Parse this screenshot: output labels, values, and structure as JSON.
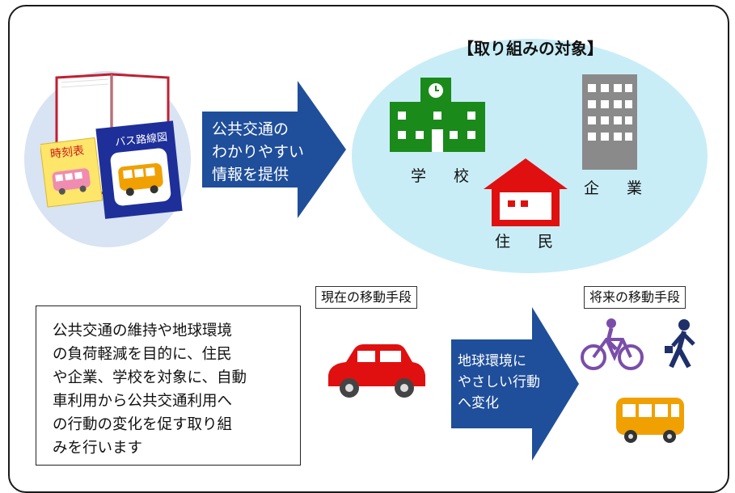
{
  "info_arrow": {
    "lines": [
      "公共交通の",
      "わかりやすい",
      "情報を提供"
    ]
  },
  "materials": {
    "timetable_label": "時刻表",
    "route_map_label": "バス路線図"
  },
  "targets": {
    "title": "【取り組みの対象】",
    "school_label": "学 校",
    "company_label": "企 業",
    "resident_label": "住 民"
  },
  "description": {
    "lines": [
      "公共交通の維持や地球環境",
      "の負荷軽減を目的に、住民",
      "や企業、学校を対象に、自動",
      "車利用から公共交通利用へ",
      "の行動の変化を促す取り組",
      "みを行います"
    ]
  },
  "current": {
    "label": "現在の移動手段"
  },
  "change_arrow": {
    "lines": [
      "地球環境に",
      "やさしい行動",
      "へ変化"
    ]
  },
  "future": {
    "label": "将来の移動手段"
  },
  "colors": {
    "arrow_blue": "#1f4e9a",
    "school_green": "#1a8a1a",
    "house_red": "#e01010",
    "building_gray": "#8a8a8a",
    "bus_orange": "#f0a000",
    "bicycle_purple": "#7a4ea8"
  }
}
